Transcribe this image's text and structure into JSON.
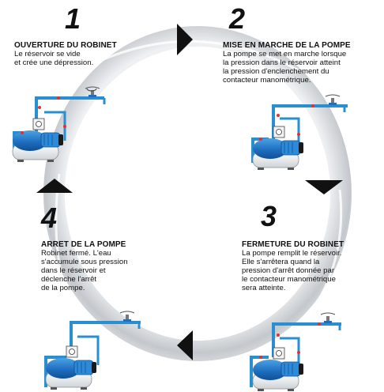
{
  "steps": [
    {
      "number": "1",
      "title": "OUVERTURE DU ROBINET",
      "description": "Le réservoir se vide\net crée une dépression."
    },
    {
      "number": "2",
      "title": "MISE EN MARCHE DE LA POMPE",
      "description": "La pompe se met en marche  lorsque\nla pression dans le réservoir atteint\nla pression d'enclenchement du\ncontacteur manométrique."
    },
    {
      "number": "3",
      "title": "FERMETURE DU ROBINET",
      "description": "La pompe remplit le réservoir.\nElle s'arrêtera quand la\npression d'arrêt donnée par\nle contacteur manométrique\nsera atteinte."
    },
    {
      "number": "4",
      "title": "ARRET DE LA POMPE",
      "description": "Robinet fermé. L'eau\ns'accumule sous pression\ndans le réservoir et\ndéclenche l'arrêt\nde la pompe."
    }
  ],
  "colors": {
    "cycle_ring": "#c9cdd1",
    "pipe": "#2a8fd0",
    "pump_body": "#1f6fc0",
    "motor": "#2d8ad8",
    "tank": "#e6e8ea",
    "flow_marker": "#e53030",
    "arrow": "#111111"
  }
}
